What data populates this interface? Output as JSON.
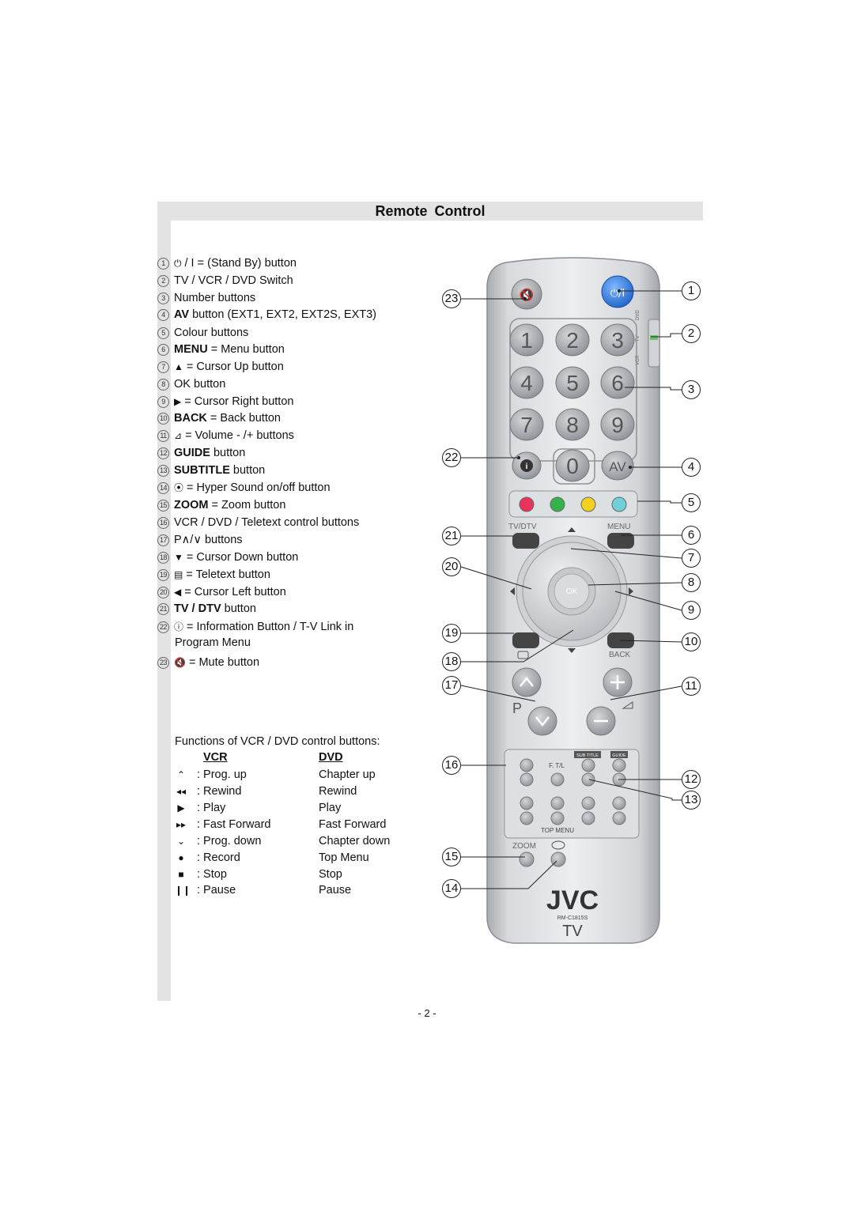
{
  "title": "Remote Control",
  "legend": [
    {
      "n": "1",
      "icon": "power-icon",
      "pre": "",
      "text": "/ I = (Stand By) button"
    },
    {
      "n": "2",
      "icon": "",
      "pre": "",
      "text": "TV / VCR / DVD Switch"
    },
    {
      "n": "3",
      "icon": "",
      "pre": "",
      "text": "Number buttons"
    },
    {
      "n": "4",
      "icon": "",
      "pre": "AV",
      "text": " button (EXT1, EXT2, EXT2S, EXT3)"
    },
    {
      "n": "5",
      "icon": "",
      "pre": "",
      "text": "Colour buttons"
    },
    {
      "n": "6",
      "icon": "",
      "pre": "MENU",
      "text": " = Menu button"
    },
    {
      "n": "7",
      "icon": "up-arrow-icon",
      "pre": "",
      "text": "= Cursor Up button"
    },
    {
      "n": "8",
      "icon": "",
      "pre": "",
      "text": "OK button"
    },
    {
      "n": "9",
      "icon": "right-arrow-icon",
      "pre": "",
      "text": "= Cursor Right button"
    },
    {
      "n": "10",
      "icon": "",
      "pre": "BACK",
      "text": " =  Back button"
    },
    {
      "n": "11",
      "icon": "volume-icon",
      "pre": "",
      "text": "= Volume - /+ buttons"
    },
    {
      "n": "12",
      "icon": "",
      "pre": "GUIDE",
      "text": " button"
    },
    {
      "n": "13",
      "icon": "",
      "pre": "SUBTITLE",
      "text": " button"
    },
    {
      "n": "14",
      "icon": "hyper-sound-icon",
      "pre": "",
      "text": "= Hyper Sound on/off button"
    },
    {
      "n": "15",
      "icon": "",
      "pre": "ZOOM",
      "text": " = Zoom button"
    },
    {
      "n": "16",
      "icon": "",
      "pre": "",
      "text": "VCR / DVD / Teletext control buttons"
    },
    {
      "n": "17",
      "icon": "",
      "pre": "",
      "text": "P∧/∨ buttons"
    },
    {
      "n": "18",
      "icon": "down-arrow-icon",
      "pre": "",
      "text": "= Cursor Down button"
    },
    {
      "n": "19",
      "icon": "teletext-icon",
      "pre": "",
      "text": "= Teletext button"
    },
    {
      "n": "20",
      "icon": "left-arrow-icon",
      "pre": "",
      "text": "= Cursor Left button"
    },
    {
      "n": "21",
      "icon": "",
      "pre": "TV / DTV",
      "text": " button"
    },
    {
      "n": "22",
      "icon": "info-icon",
      "pre": "",
      "text": "= Information Button / T-V Link in"
    },
    {
      "n": "23",
      "icon": "mute-icon",
      "pre": "",
      "text": "= Mute button"
    }
  ],
  "legend_continuation": "Program Menu",
  "functions": {
    "heading": "Functions of VCR / DVD control buttons:",
    "vcr_header": "VCR",
    "dvd_header": "DVD",
    "rows": [
      {
        "icon": "chevron-up-icon",
        "vcr": ": Prog. up",
        "dvd": "Chapter up"
      },
      {
        "icon": "rewind-icon",
        "vcr": ": Rewind",
        "dvd": "Rewind"
      },
      {
        "icon": "play-icon",
        "vcr": ": Play",
        "dvd": "Play"
      },
      {
        "icon": "fast-forward-icon",
        "vcr": ": Fast Forward",
        "dvd": "Fast Forward"
      },
      {
        "icon": "chevron-down-icon",
        "vcr": ": Prog. down",
        "dvd": "Chapter down"
      },
      {
        "icon": "record-icon",
        "vcr": ": Record",
        "dvd": "Top Menu"
      },
      {
        "icon": "stop-icon",
        "vcr": ": Stop",
        "dvd": "Stop"
      },
      {
        "icon": "pause-icon",
        "vcr": ": Pause",
        "dvd": "Pause"
      }
    ]
  },
  "remote": {
    "keys": [
      "1",
      "2",
      "3",
      "4",
      "5",
      "6",
      "7",
      "8",
      "9",
      "0"
    ],
    "av": "AV",
    "power": "⏻/I",
    "switch_labels": [
      "DVD",
      "TV",
      "VCR"
    ],
    "tv_dtv": "TV/DTV",
    "menu": "MENU",
    "ok": "OK",
    "back": "BACK",
    "p": "P",
    "ftl": "F. T/L",
    "subtitle": "SUB TITLE",
    "guide": "GUIDE",
    "top_menu": "TOP MENU",
    "zoom": "ZOOM",
    "brand": "JVC",
    "model": "RM-C1815S",
    "tv": "TV",
    "colors": [
      "#e8345a",
      "#35b34a",
      "#f2d21c",
      "#6fd0d8"
    ]
  },
  "callouts": [
    "1",
    "2",
    "3",
    "4",
    "5",
    "6",
    "7",
    "8",
    "9",
    "10",
    "11",
    "12",
    "13",
    "14",
    "15",
    "16",
    "17",
    "18",
    "19",
    "20",
    "21",
    "22",
    "23"
  ],
  "page_number": "- 2 -"
}
